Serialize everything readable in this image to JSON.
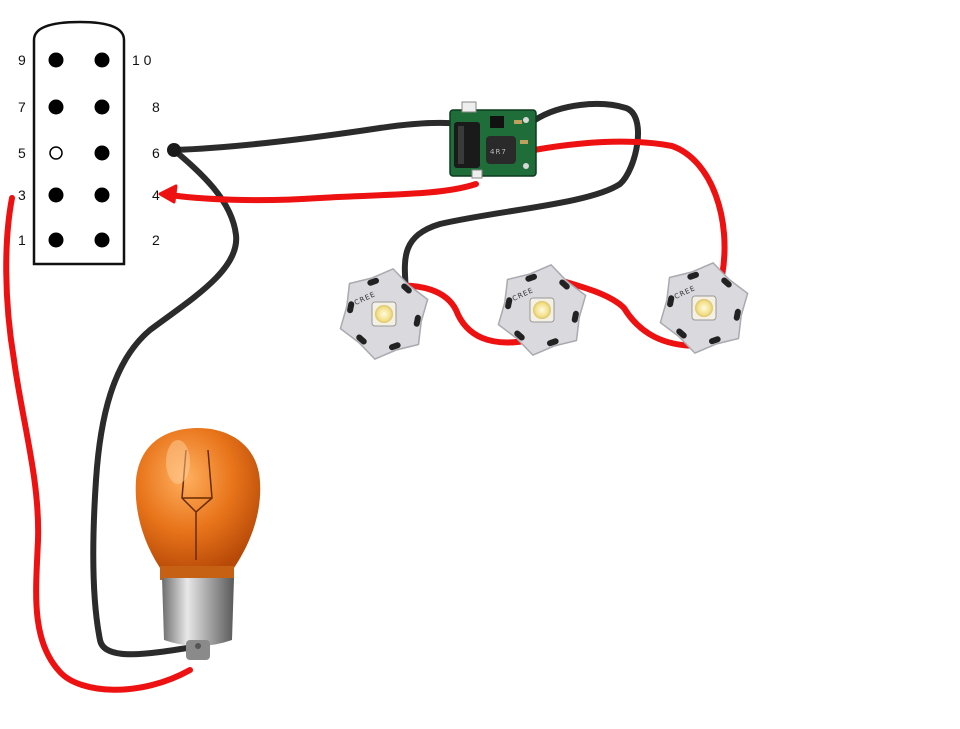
{
  "connector": {
    "pins": [
      {
        "left": "9",
        "right": "1 0"
      },
      {
        "left": "7",
        "right": "8"
      },
      {
        "left": "5",
        "right": "6"
      },
      {
        "left": "3",
        "right": "4"
      },
      {
        "left": "1",
        "right": "2"
      }
    ],
    "hollow_pin": "5"
  },
  "led_label": "CREE",
  "colors": {
    "wire_red": "#ee1111",
    "wire_black": "#2b2b2b",
    "bulb_amber": "#e8741a",
    "pcb_green": "#1f6e3a"
  },
  "icons": {
    "connector": "connector-pinout-icon",
    "driver": "led-driver-board-icon",
    "led": "cree-led-star-icon",
    "bulb": "amber-bulb-icon"
  }
}
